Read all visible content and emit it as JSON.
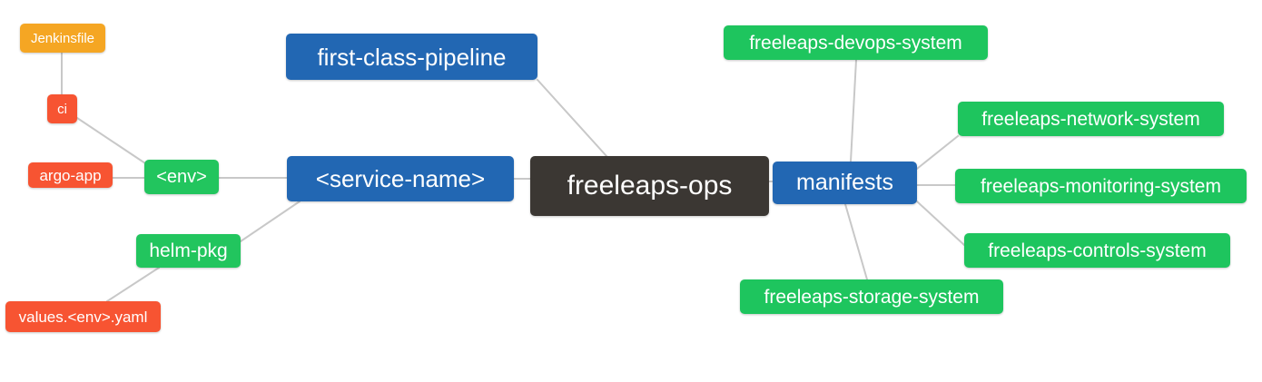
{
  "diagram": {
    "type": "mindmap",
    "background": "#ffffff",
    "edge_color": "#c8c8c8",
    "palette": {
      "root": "#3b3733",
      "blue": "#2267b3",
      "green": "#22c55e",
      "orange": "#f5a623",
      "red": "#f75432",
      "text": "#ffffff"
    },
    "root": {
      "id": "freeleaps-ops",
      "label": "freeleaps-ops"
    },
    "nodes": [
      {
        "id": "freeleaps-ops",
        "label": "freeleaps-ops",
        "color": "#3b3733",
        "level": 0
      },
      {
        "id": "service-name",
        "label": "<service-name>",
        "color": "#2267b3",
        "level": 1
      },
      {
        "id": "first-class-pipeline",
        "label": "first-class-pipeline",
        "color": "#2267b3",
        "level": 1
      },
      {
        "id": "manifests",
        "label": "manifests",
        "color": "#2267b3",
        "level": 1
      },
      {
        "id": "env",
        "label": "<env>",
        "color": "#22c55e",
        "level": 2
      },
      {
        "id": "helm-pkg",
        "label": "helm-pkg",
        "color": "#22c55e",
        "level": 2
      },
      {
        "id": "jenkinsfile",
        "label": "Jenkinsfile",
        "color": "#f5a623",
        "level": 4
      },
      {
        "id": "ci",
        "label": "ci",
        "color": "#f75432",
        "level": 3
      },
      {
        "id": "argo-app",
        "label": "argo-app",
        "color": "#f75432",
        "level": 3
      },
      {
        "id": "values-env-yaml",
        "label": "values.<env>.yaml",
        "color": "#f75432",
        "level": 3
      },
      {
        "id": "freeleaps-devops-system",
        "label": "freeleaps-devops-system",
        "color": "#22c55e",
        "level": 2
      },
      {
        "id": "freeleaps-network-system",
        "label": "freeleaps-network-system",
        "color": "#22c55e",
        "level": 2
      },
      {
        "id": "freeleaps-monitoring-system",
        "label": "freeleaps-monitoring-system",
        "color": "#22c55e",
        "level": 2
      },
      {
        "id": "freeleaps-controls-system",
        "label": "freeleaps-controls-system",
        "color": "#22c55e",
        "level": 2
      },
      {
        "id": "freeleaps-storage-system",
        "label": "freeleaps-storage-system",
        "color": "#22c55e",
        "level": 2
      }
    ],
    "edges": [
      {
        "from": "freeleaps-ops",
        "to": "service-name"
      },
      {
        "from": "freeleaps-ops",
        "to": "first-class-pipeline"
      },
      {
        "from": "freeleaps-ops",
        "to": "manifests"
      },
      {
        "from": "service-name",
        "to": "env"
      },
      {
        "from": "service-name",
        "to": "helm-pkg"
      },
      {
        "from": "env",
        "to": "ci"
      },
      {
        "from": "env",
        "to": "argo-app"
      },
      {
        "from": "ci",
        "to": "jenkinsfile"
      },
      {
        "from": "helm-pkg",
        "to": "values-env-yaml"
      },
      {
        "from": "manifests",
        "to": "freeleaps-devops-system"
      },
      {
        "from": "manifests",
        "to": "freeleaps-network-system"
      },
      {
        "from": "manifests",
        "to": "freeleaps-monitoring-system"
      },
      {
        "from": "manifests",
        "to": "freeleaps-controls-system"
      },
      {
        "from": "manifests",
        "to": "freeleaps-storage-system"
      }
    ]
  }
}
